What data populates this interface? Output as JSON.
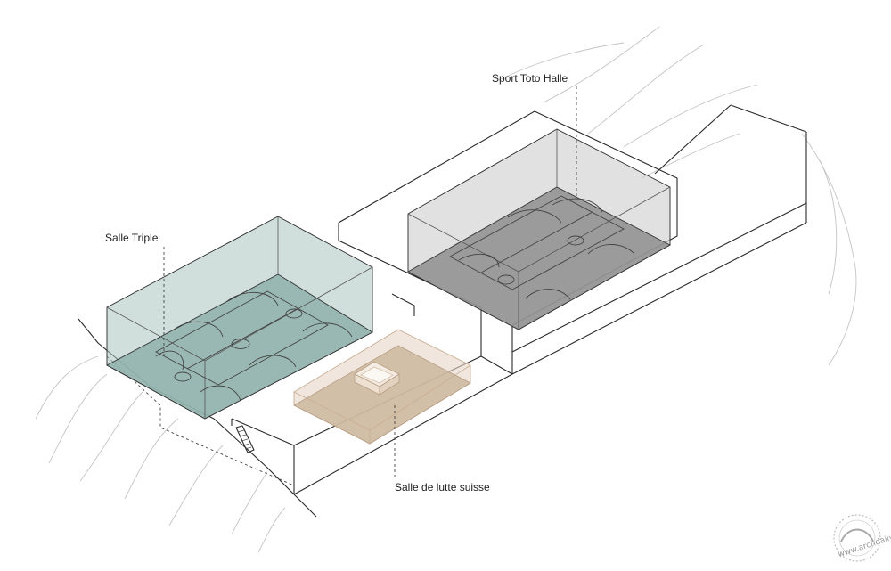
{
  "labels": {
    "sport_toto_halle": "Sport Toto Halle",
    "salle_triple": "Salle Triple",
    "salle_de_lutte_suisse": "Salle de lutte suisse"
  },
  "watermark": {
    "logo_icon": "archdaily-cn-logo-icon",
    "text": "www.archdaily.cn"
  },
  "colors": {
    "salle_triple_volume": "#a9c4bf",
    "salle_triple_floor": "#8fb1ab",
    "sport_toto_volume": "#c9c9c9",
    "sport_toto_floor": "#8e8e8e",
    "lutte_volume": "#e6d6c6",
    "lutte_floor": "#cdb79e",
    "terrain_lines": "#c4c4c4",
    "edges": "#2a2a2a"
  }
}
